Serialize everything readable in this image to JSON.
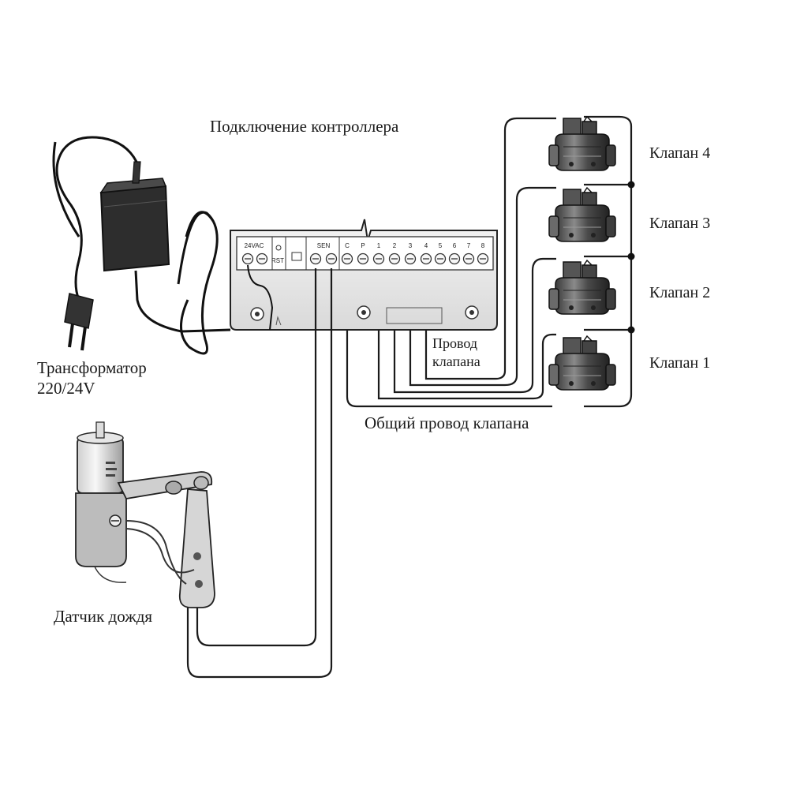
{
  "title": "Подключение контроллера",
  "valves": [
    {
      "label": "Клапан 4"
    },
    {
      "label": "Клапан 3"
    },
    {
      "label": "Клапан 2"
    },
    {
      "label": "Клапан 1"
    }
  ],
  "transformer": {
    "line1": "Трансформатор",
    "line2": "220/24V"
  },
  "valve_wire": {
    "line1": "Провод",
    "line2": "клапана"
  },
  "common_wire": "Общий провод клапана",
  "rain_sensor": "Датчик дождя",
  "controller": {
    "terminals": [
      "24VAC",
      "RST",
      "SEN",
      "C",
      "P",
      "1",
      "2",
      "3",
      "4",
      "5",
      "6",
      "7",
      "8"
    ]
  }
}
